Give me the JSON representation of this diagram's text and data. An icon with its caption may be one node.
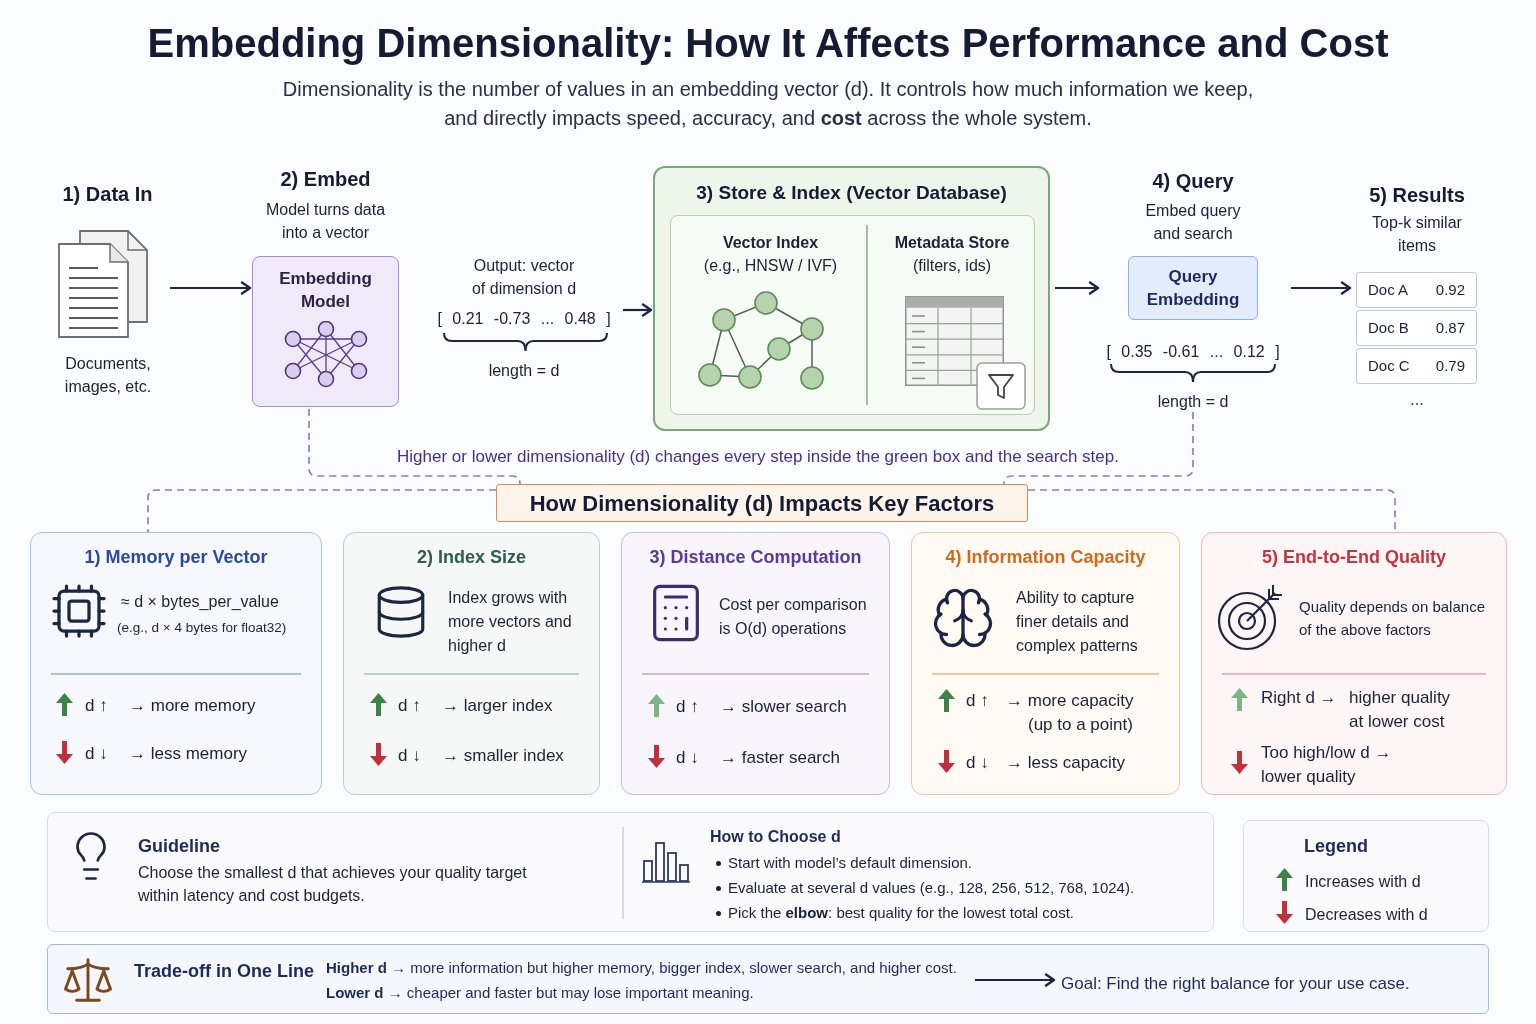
{
  "diagram": {
    "title": "Embedding Dimensionality: How It Affects Performance and Cost",
    "nodes": [
      {
        "text": [
          "1) Data In",
          "Documents, images, etc."
        ]
      },
      {
        "text": [
          "2) Embed",
          "Model turns data into a vector",
          "Embedding Model"
        ]
      },
      {
        "text": [
          "Output: vector of dimension d",
          "[ 0.21 -0.73 ... 0.48 ]",
          "length = d"
        ]
      },
      {
        "text": [
          "3) Store & Index (Vector Database)"
        ]
      },
      {
        "text": [
          "Vector Index",
          "(e.g., HNSW / IVF)"
        ],
        "in": 3
      },
      {
        "text": [
          "Metadata Store",
          "(filters, ids)"
        ],
        "in": 3
      },
      {
        "text": [
          "4) Query",
          "Embed query and search",
          "Query Embedding",
          "[ 0.35 -0.61 ... 0.12 ]",
          "length = d"
        ]
      },
      {
        "text": [
          "5) Results",
          "Top-k similar items",
          "..."
        ]
      },
      {
        "text": [
          "Doc A",
          "0.92"
        ],
        "in": 7
      },
      {
        "text": [
          "Doc B",
          "0.87"
        ],
        "in": 7
      },
      {
        "text": [
          "Doc C",
          "0.79"
        ],
        "in": 7
      },
      {
        "text": [
          "How Dimensionality (d) Impacts Key Factors"
        ]
      },
      {
        "text": [
          "1) Memory per Vector",
          "≈ d × bytes_per_value",
          "(e.g., d × 4 bytes for float32)",
          "d ↑",
          "→ more memory",
          "d ↓",
          "→ less memory"
        ]
      },
      {
        "text": [
          "2) Index Size",
          "Index grows with more vectors and higher d",
          "d ↑",
          "→ larger index",
          "d ↓",
          "→ smaller index"
        ]
      },
      {
        "text": [
          "3) Distance Computation",
          "Cost per comparison is O(d) operations",
          "d ↑",
          "→ slower search",
          "d ↓",
          "→ faster search"
        ]
      },
      {
        "text": [
          "4) Information Capacity",
          "Ability to capture finer details and complex patterns",
          "d ↑",
          "→ more capacity (up to a point)",
          "d ↓",
          "→ less capacity"
        ]
      },
      {
        "text": [
          "5) End-to-End Quality",
          "Quality depends on balance of the above factors",
          "Right d →",
          "higher quality at lower cost",
          "Too high/low d → lower quality"
        ]
      },
      {
        "text": [
          "Guideline",
          "Choose the smallest d that achieves your quality target within latency and cost budgets.",
          "How to Choose d",
          "Start with model’s default dimension.",
          "Evaluate at several d values (e.g., 128, 256, 512, 768, 1024).",
          "Pick the **elbow**: best quality for the lowest total cost."
        ]
      },
      {
        "text": [
          "Legend"
        ]
      },
      {
        "text": [
          "Trade-off in One Line"
        ]
      },
      {
        "text": [
          "**Higher d** → more information but higher memory, bigger index, slower search, and higher cost.",
          "**Lower d** → cheaper and faster but may lose important meaning."
        ],
        "in": 19
      },
      {
        "text": [
          "Goal: Find the right balance for your use case."
        ],
        "in": 19
      }
    ],
    "edges": [
      {
        "from": 0,
        "to": 1,
        "arrow": "to"
      },
      {
        "from": 2,
        "to": 3,
        "arrow": "to"
      },
      {
        "from": 3,
        "to": 6,
        "arrow": "to"
      },
      {
        "from": 6,
        "to": 7,
        "arrow": "to"
      },
      {
        "from": 1,
        "to": 11,
        "arrow": "none",
        "style": "dashed",
        "color": "#8b7fc4"
      },
      {
        "from": 6,
        "to": 11,
        "arrow": "none",
        "style": "dashed",
        "color": "#8b7fc4"
      },
      {
        "from": 11,
        "to": 12,
        "arrow": "none",
        "style": "dashed",
        "color": "#8b7fc4"
      },
      {
        "from": 11,
        "to": 16,
        "arrow": "none",
        "style": "dashed",
        "color": "#8b7fc4"
      },
      {
        "from": 20,
        "to": 21,
        "arrow": "to"
      }
    ],
    "labels": [
      "Dimensionality is the number of values in an embedding vector (d). It controls how much information we keep, and directly impacts speed, accuracy, and **cost** across the whole system.",
      "Higher or lower dimensionality (d) changes every step inside the green box and the search step."
    ],
    "legend": [
      {
        "text": "Increases with d"
      },
      {
        "text": "Decreases with d"
      }
    ]
  }
}
